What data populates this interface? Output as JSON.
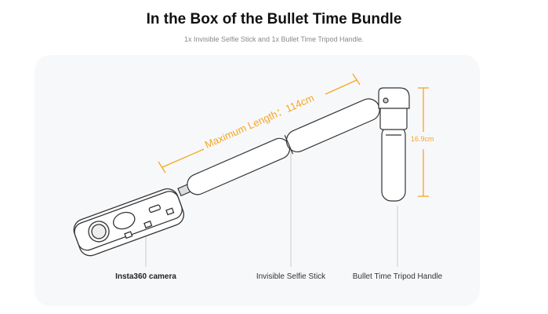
{
  "header": {
    "title": "In the Box of the Bullet Time Bundle",
    "subtitle": "1x Invisible Selfie Stick and 1x Bullet Time Tripod Handle."
  },
  "dimensions": {
    "stick_length": "Maximum Length：114cm",
    "handle_height": "16.9cm"
  },
  "items": [
    {
      "label": "Insta360 camera"
    },
    {
      "label": "Invisible Selfie Stick"
    },
    {
      "label": "Bullet Time Tripod Handle"
    }
  ],
  "colors": {
    "accent": "#f5a623",
    "panel": "#f7f8fa"
  }
}
